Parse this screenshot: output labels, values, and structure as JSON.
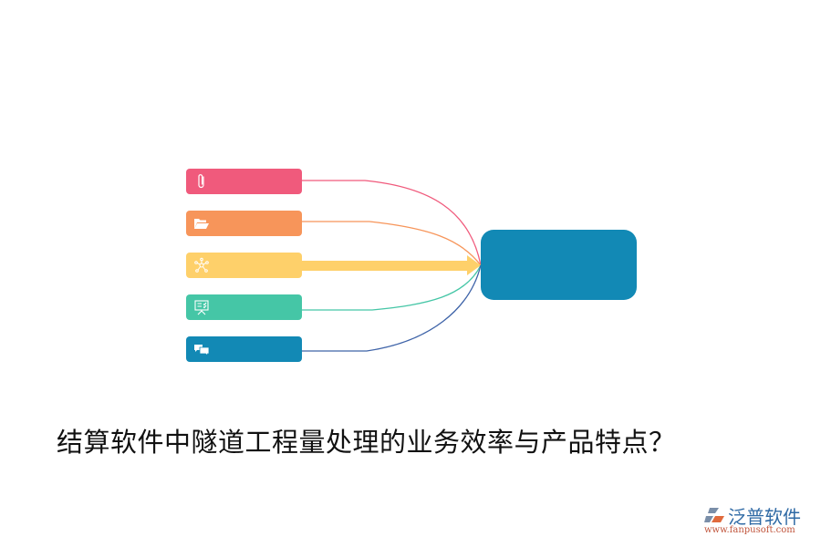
{
  "diagram": {
    "type": "converging-flow",
    "colors": {
      "node1": "#f05a7c",
      "node2": "#f7955a",
      "node3": "#fed06a",
      "node4": "#45c6a6",
      "node5": "#1289b5",
      "center": "#1289b5",
      "line5": "#3e63a8"
    },
    "nodes": [
      {
        "icon": "paperclip-icon",
        "label": ""
      },
      {
        "icon": "folder-open-icon",
        "label": ""
      },
      {
        "icon": "network-icon",
        "label": ""
      },
      {
        "icon": "presentation-board-icon",
        "label": ""
      },
      {
        "icon": "chat-bubbles-icon",
        "label": ""
      }
    ],
    "center": {
      "label": ""
    }
  },
  "title": "结算软件中隧道工程量处理的业务效率与产品特点？",
  "logo": {
    "name": "泛普软件",
    "url": "www.fanpusoft.com"
  }
}
